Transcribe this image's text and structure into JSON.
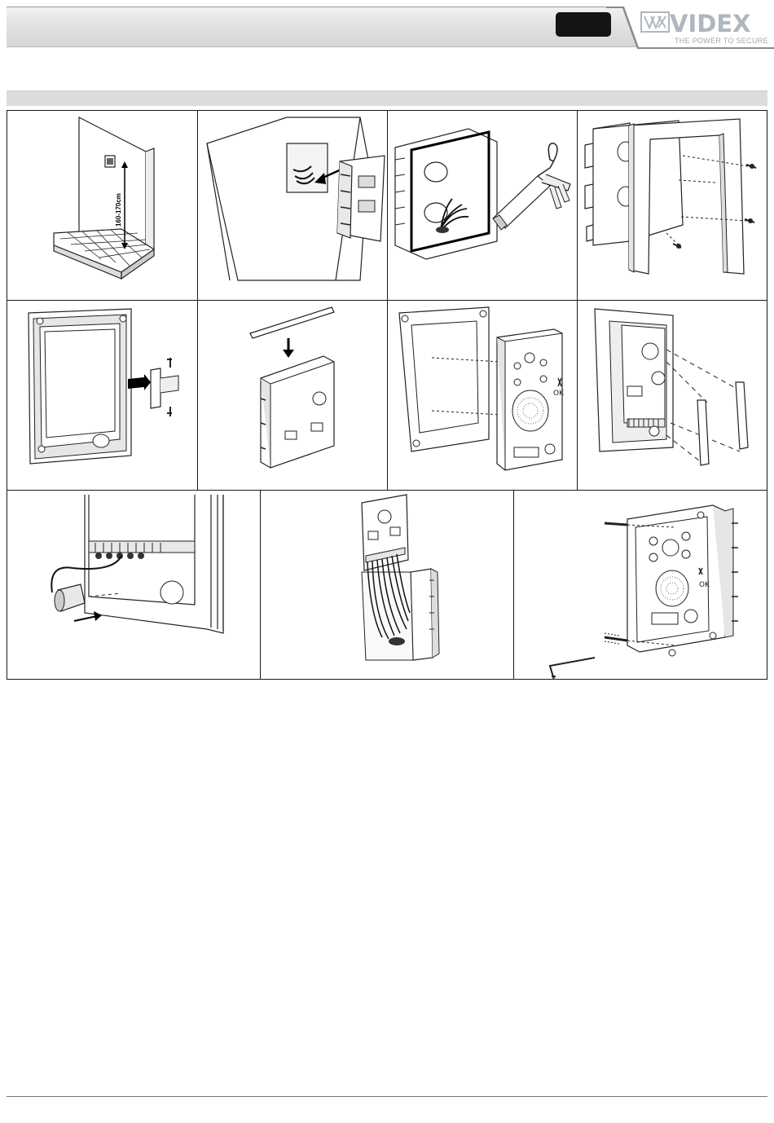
{
  "header": {
    "brand": "VIDEX",
    "tagline": "THE POWER TO SECURE",
    "tab_label": ""
  },
  "colors": {
    "header_light": "#f2f2f2",
    "header_dark": "#d6d6d6",
    "dark_tab": "#141414",
    "logo_grey": "#aeb6bf",
    "section_bar": "#dcdcdc",
    "line": "#1a1a1a"
  },
  "steps": [
    {
      "id": "step-1",
      "depicts": "mounting-height-icon"
    },
    {
      "id": "step-2",
      "depicts": "insert-backbox-icon"
    },
    {
      "id": "step-3",
      "depicts": "seal-backbox-icon"
    },
    {
      "id": "step-4",
      "depicts": "fit-hood-icon"
    },
    {
      "id": "step-5",
      "depicts": "fit-hinge-icon"
    },
    {
      "id": "step-6",
      "depicts": "fit-seal-strip-icon"
    },
    {
      "id": "step-7",
      "depicts": "fit-front-panel-icon"
    },
    {
      "id": "step-8",
      "depicts": "fit-handles-icon"
    },
    {
      "id": "step-9",
      "depicts": "connect-plug-icon"
    },
    {
      "id": "step-10",
      "depicts": "wiring-icon"
    },
    {
      "id": "step-11",
      "depicts": "secure-panel-icon"
    }
  ],
  "illustrations": {
    "height_label": "160-170cm",
    "ok_label": "OK"
  }
}
